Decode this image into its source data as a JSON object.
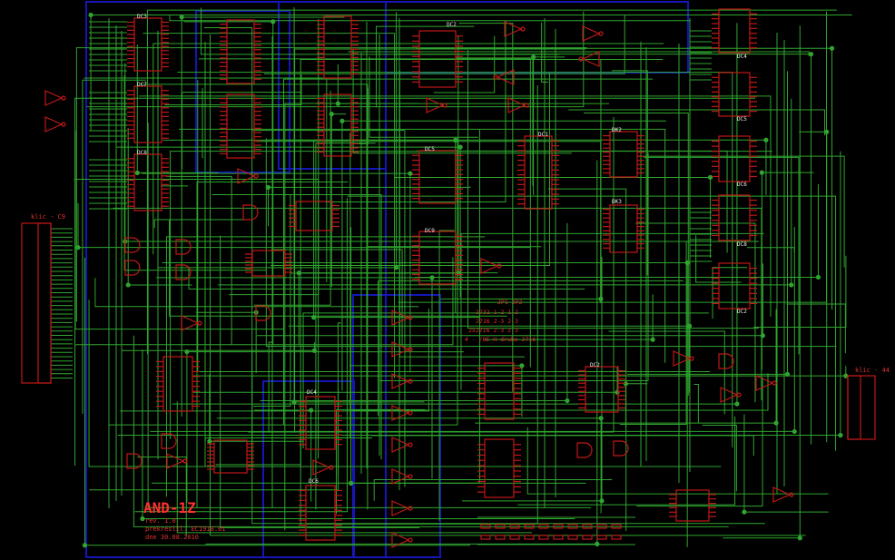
{
  "connectors": {
    "left": "klic - C9",
    "right": "klic - 44"
  },
  "chips": [
    "DC3",
    "DC7",
    "DC8",
    "DC2",
    "DC5",
    "DC9",
    "DC1",
    "DC4",
    "DC6",
    "DC2",
    "DK2",
    "DK3",
    "DC4",
    "DC5",
    "DC6",
    "DC8",
    "DC2"
  ],
  "jumper_table": {
    "header": "JP1  JP2",
    "rows": [
      "2732  1-2  1-2",
      "2716  2-3  2-3",
      "2x2716  2-3  2-3",
      "4 - /OE H druhe 2716"
    ]
  },
  "title_block": {
    "title": "AND-1Z",
    "rev": "rev. 1.0",
    "designer": "prekreslil: EC1918.61",
    "date": "dne 30.08.2010"
  },
  "colors": {
    "background": "#000000",
    "wire": "#2fa52f",
    "part": "#c01818",
    "sheet_frame": "#1515b8"
  }
}
